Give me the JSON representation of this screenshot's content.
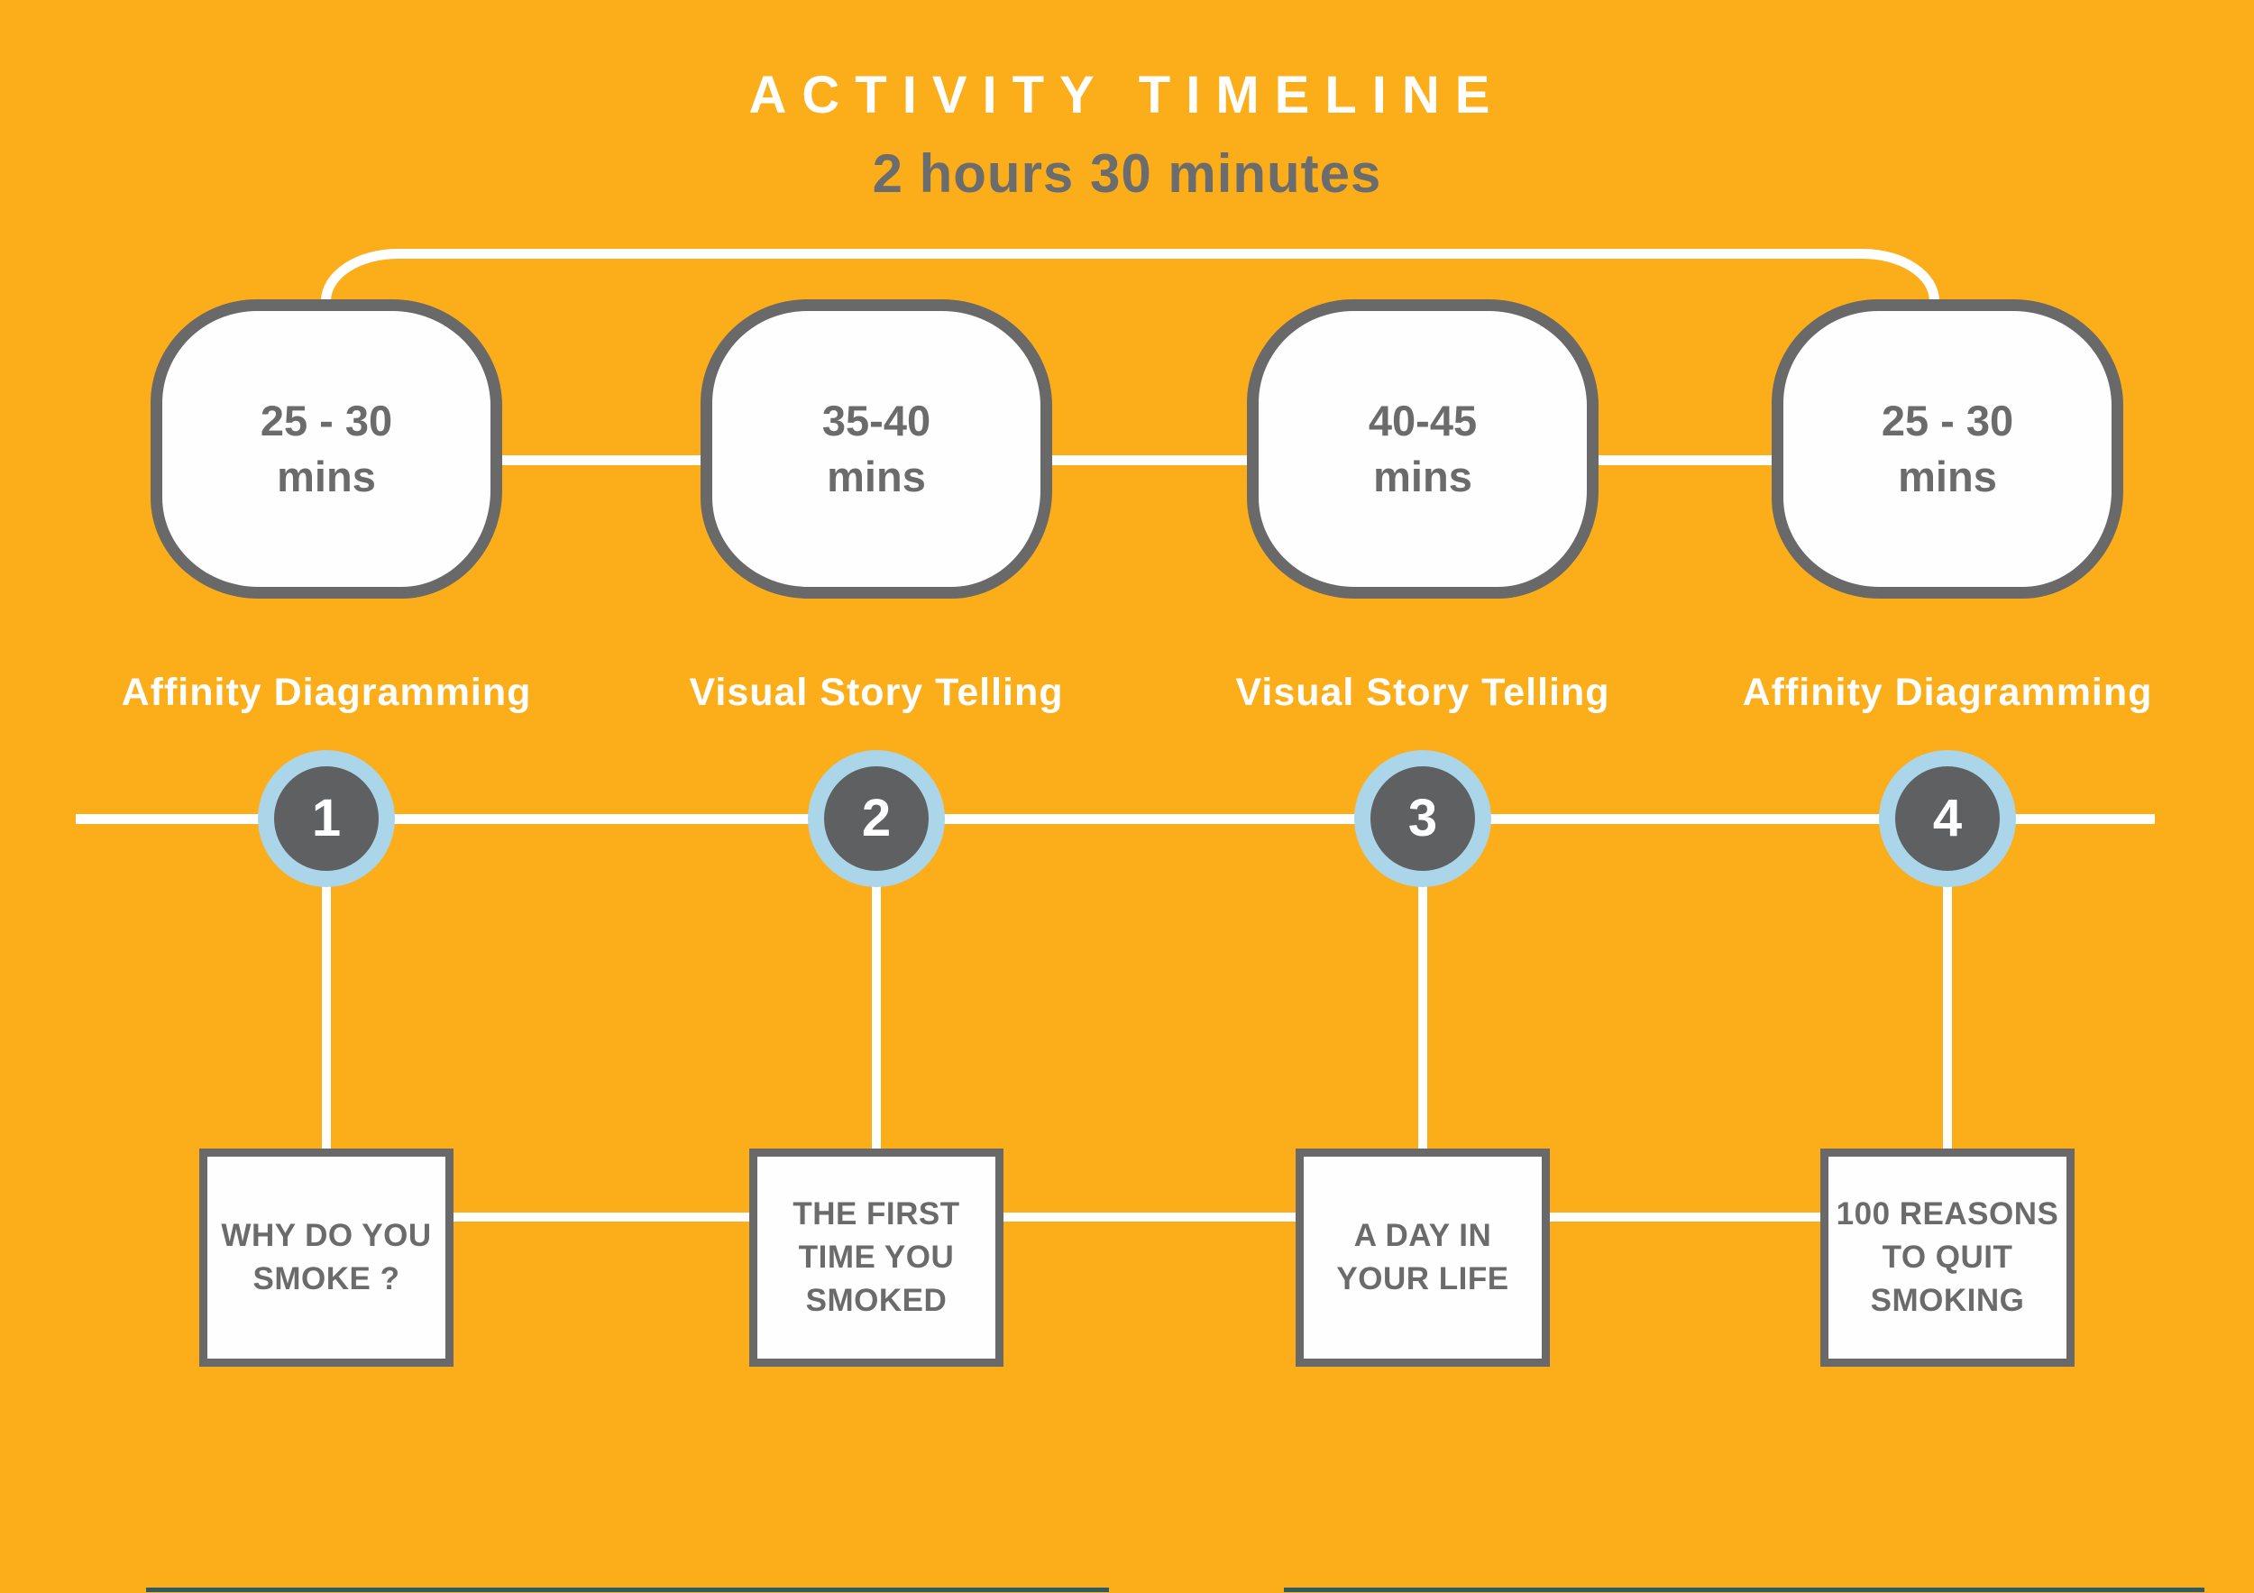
{
  "title": "ACTIVITY TIMELINE",
  "subtitle": "2 hours 30 minutes",
  "colors": {
    "background": "#FBAD1A",
    "shape_outline_gray": "#696969",
    "text_gray": "#6B6B6B",
    "step_ring_blue": "#ABD5E8",
    "step_circle_gray": "#5F6062",
    "connector_white": "#FFFFFF"
  },
  "stages": [
    {
      "number": "1",
      "duration": "25 - 30\nmins",
      "activity": "Affinity Diagramming",
      "task": "WHY DO YOU\nSMOKE ?"
    },
    {
      "number": "2",
      "duration": "35-40\nmins",
      "activity": "Visual Story Telling",
      "task": "THE FIRST\nTIME YOU\nSMOKED"
    },
    {
      "number": "3",
      "duration": "40-45\nmins",
      "activity": "Visual Story Telling",
      "task": "A DAY IN\nYOUR LIFE"
    },
    {
      "number": "4",
      "duration": "25 - 30\nmins",
      "activity": "Affinity Diagramming",
      "task": "100 REASONS\nTO QUIT\nSMOKING"
    }
  ]
}
